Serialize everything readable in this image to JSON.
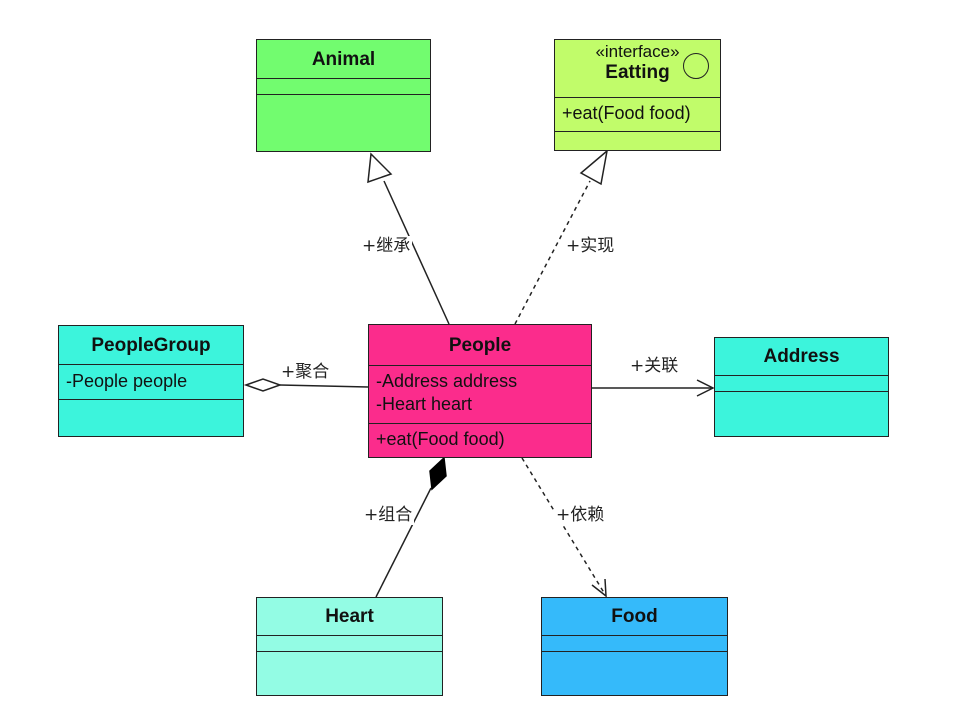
{
  "diagram": {
    "classes": {
      "animal": {
        "name": "Animal",
        "attributes": [],
        "operations": [],
        "color": "#72fc6f"
      },
      "eatting": {
        "stereotype": "«interface»",
        "name": "Eatting",
        "attributes": [],
        "operations": [
          "+eat(Food food)"
        ],
        "color": "#c1fc6a"
      },
      "peoplegroup": {
        "name": "PeopleGroup",
        "attributes": [
          "-People people"
        ],
        "operations": [],
        "color": "#3cf4dc"
      },
      "people": {
        "name": "People",
        "attributes": [
          "-Address address",
          "-Heart heart"
        ],
        "operations": [
          "+eat(Food food)"
        ],
        "color": "#fb2c8c"
      },
      "address": {
        "name": "Address",
        "attributes": [],
        "operations": [],
        "color": "#3cf4dc"
      },
      "heart": {
        "name": "Heart",
        "attributes": [],
        "operations": [],
        "color": "#93fce4"
      },
      "food": {
        "name": "Food",
        "attributes": [],
        "operations": [],
        "color": "#35bafa"
      }
    },
    "relations": {
      "inheritance": {
        "label": "+继承",
        "from": "People",
        "to": "Animal"
      },
      "realization": {
        "label": "+实现",
        "from": "People",
        "to": "Eatting"
      },
      "aggregation": {
        "label": "+聚合",
        "from": "People",
        "to": "PeopleGroup"
      },
      "association": {
        "label": "+关联",
        "from": "People",
        "to": "Address"
      },
      "composition": {
        "label": "+组合",
        "from": "Heart",
        "to": "People"
      },
      "dependency": {
        "label": "+依赖",
        "from": "People",
        "to": "Food"
      }
    }
  }
}
